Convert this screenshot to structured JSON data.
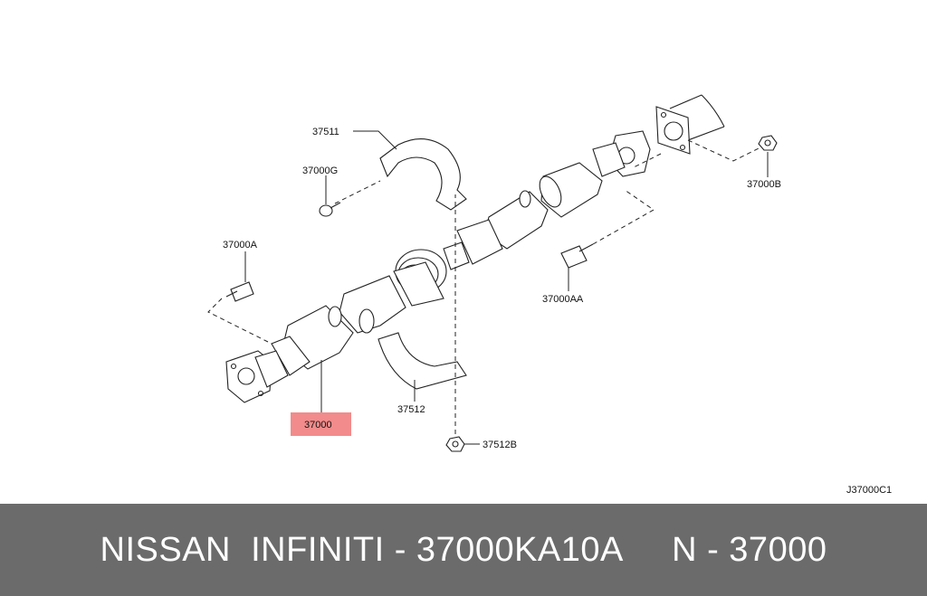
{
  "diagram": {
    "callouts": [
      {
        "id": "37511",
        "text": "37511"
      },
      {
        "id": "37000G",
        "text": "37000G"
      },
      {
        "id": "37000A",
        "text": "37000A"
      },
      {
        "id": "37000",
        "text": "37000",
        "highlighted": true
      },
      {
        "id": "37512",
        "text": "37512"
      },
      {
        "id": "37512B",
        "text": "37512B"
      },
      {
        "id": "37000AA",
        "text": "37000AA"
      },
      {
        "id": "37000B",
        "text": "37000B"
      }
    ],
    "figure_code": "J37000C1",
    "highlight_color": "#f28b8b"
  },
  "footer": {
    "text": "NISSAN  INFINITI - 37000KA10A     N - 37000",
    "background": "#6b6b6b"
  }
}
